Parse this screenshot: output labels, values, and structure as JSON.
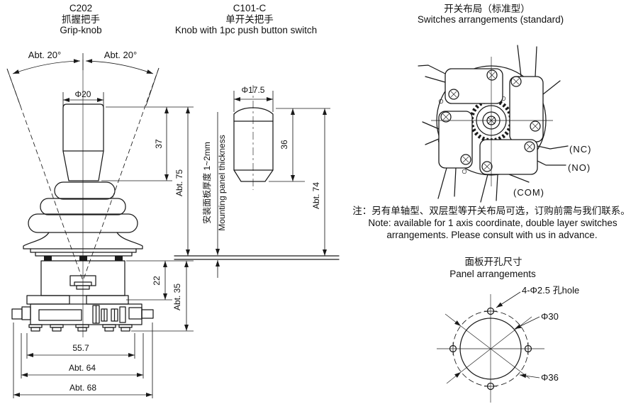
{
  "grip_knob": {
    "model": "C202",
    "title_zh": "抓握把手",
    "title_en": "Grip-knob",
    "angle_left": "Abt. 20°",
    "angle_right": "Abt. 20°",
    "dim_diameter": "Φ20",
    "dim_knob_height": "37",
    "dim_total_height": "Abt. 75",
    "dim_hub_height": "22",
    "dim_base_height": "Abt. 35",
    "dim_width_inner": "55.7",
    "dim_width_mid": "Abt. 64",
    "dim_width_outer": "Abt. 68"
  },
  "push_knob": {
    "model": "C101-C",
    "title_zh": "单开关把手",
    "title_en": "Knob with 1pc push button switch",
    "dim_diameter": "Φ17.5",
    "dim_knob_height": "36",
    "dim_total_height": "Abt. 74",
    "mounting_zh": "安装面板厚度 1~2mm",
    "mounting_en": "Mounting panel thickness"
  },
  "switches": {
    "title_zh": "开关布局（标准型）",
    "title_en": "Switches arrangements (standard)",
    "label_nc": "(NC)",
    "label_no": "(NO)",
    "label_com": "(COM)"
  },
  "note": {
    "zh": "注：另有单轴型、双层型等开关布局可选，订购前需与我们联系。",
    "en_line1": "Note: available for 1 axis coordinate, double layer switches",
    "en_line2": "arrangements. Please consult with us in advance."
  },
  "panel": {
    "title_zh": "面板开孔尺寸",
    "title_en": "Panel arrangements",
    "callout_holes": "4-Φ2.5 孔hole",
    "callout_inner": "Φ30",
    "callout_outer": "Φ36"
  }
}
